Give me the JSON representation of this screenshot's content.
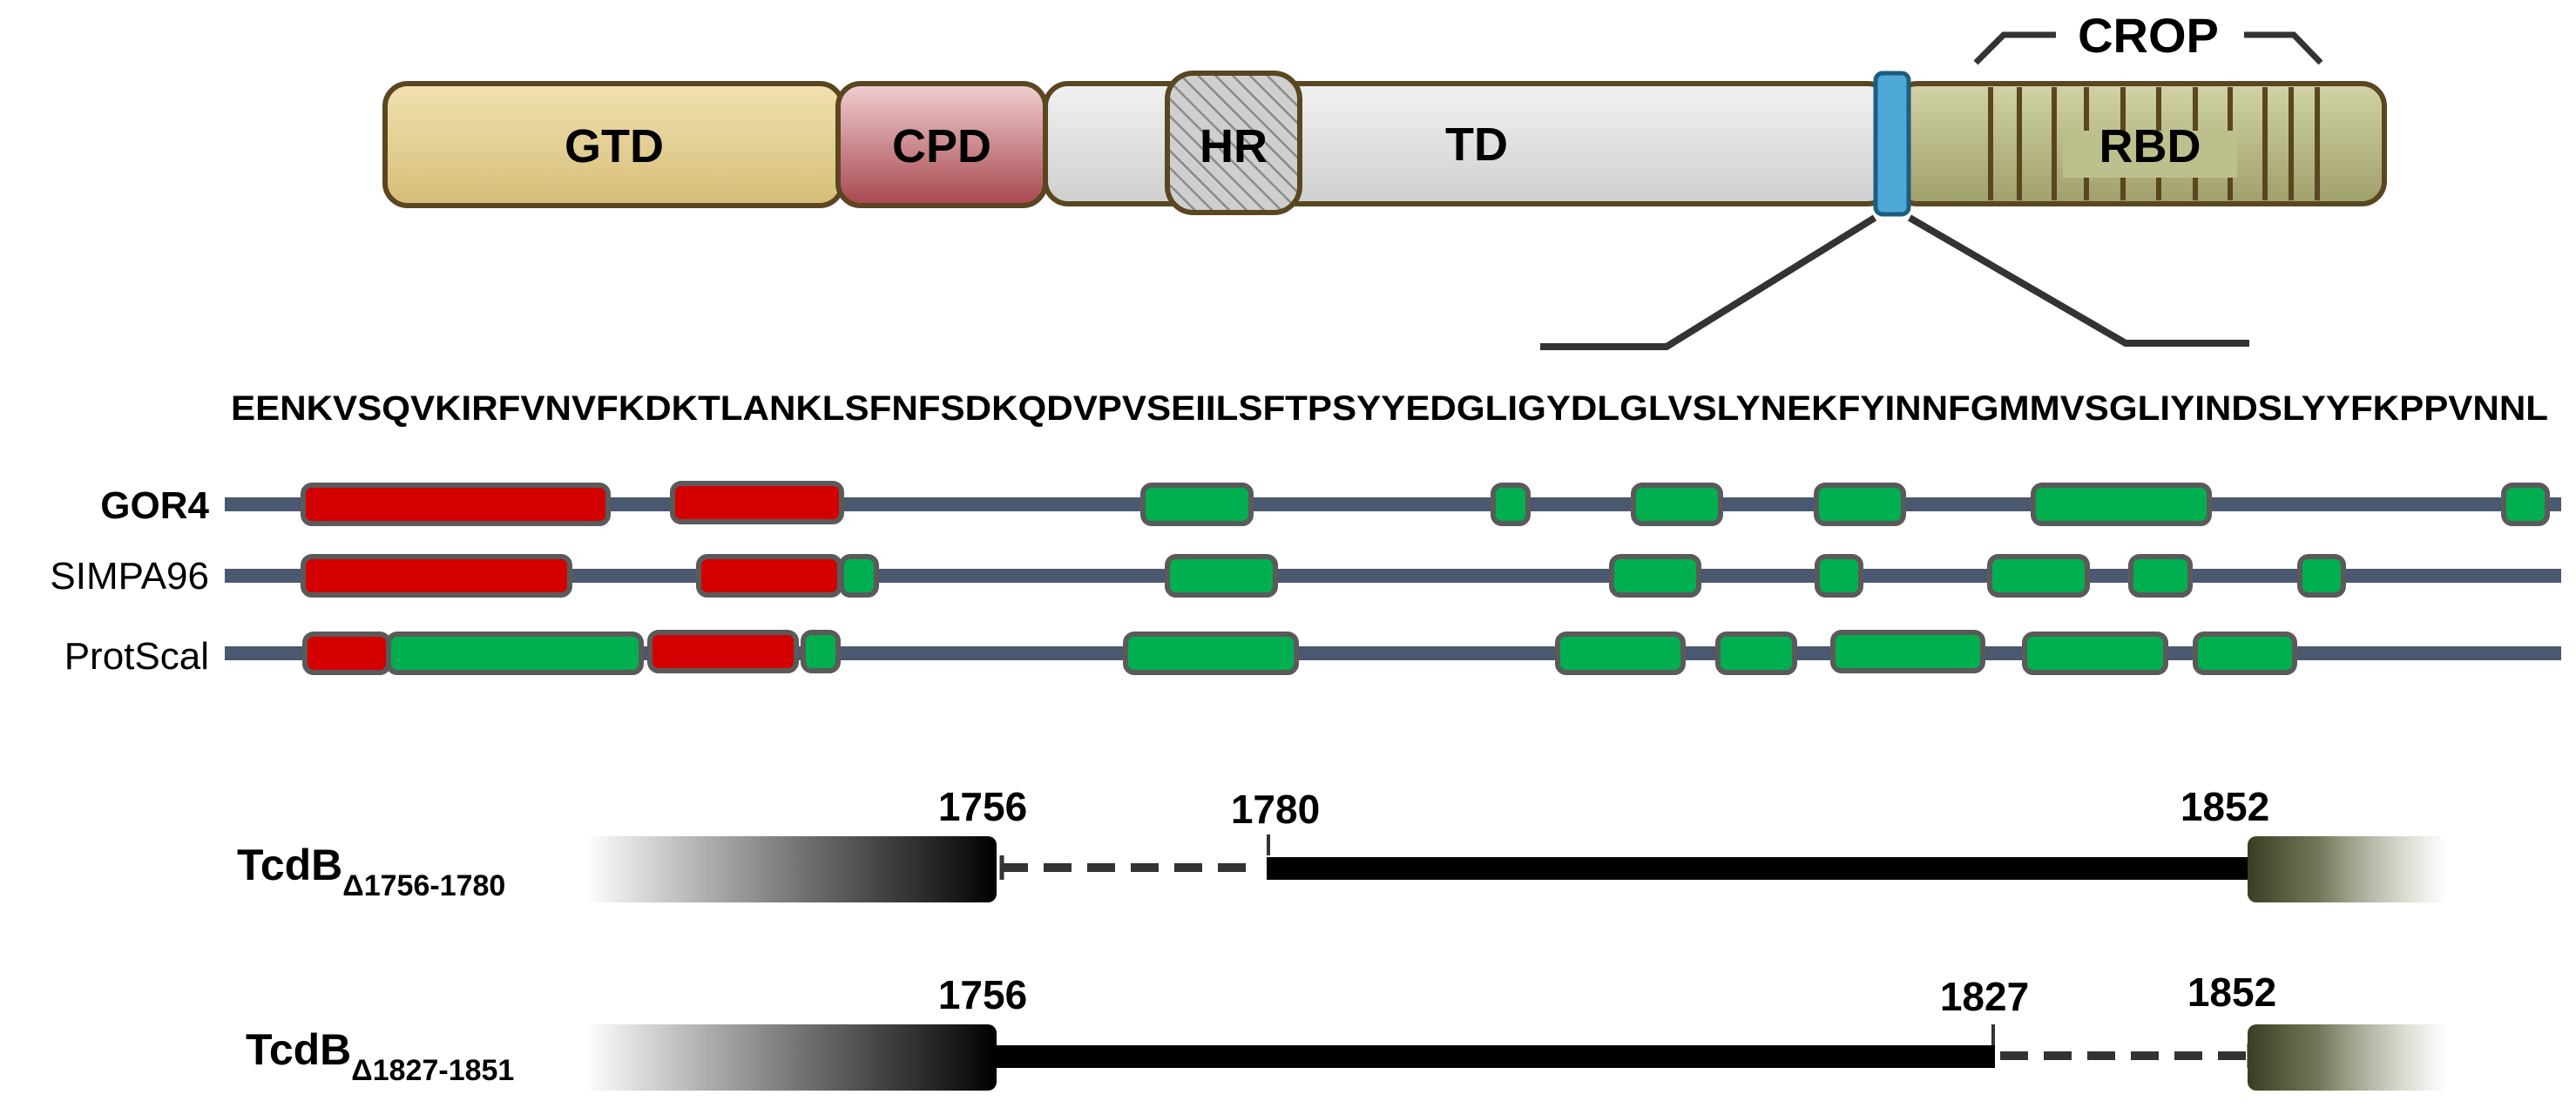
{
  "domains": {
    "gtd": "GTD",
    "cpd": "CPD",
    "hr": "HR",
    "td": "TD",
    "rbd": "RBD",
    "crop": "CROP"
  },
  "sequence": "EENKVSQVKIRFVNVFKDKTLANKLSFNFSDKQDVPVSEIILSFTPSYYEDGLIGYDLGLVSLYNEKFYINNFGMMVSGLIYINDSLYYFKPPVNNL",
  "predictions": {
    "gor4": "GOR4",
    "simpa96": "SIMPA96",
    "protscal": "ProtScal"
  },
  "constructs": [
    {
      "name": "TcdB",
      "subscript": "Δ1756-1780",
      "labels": {
        "a": "1756",
        "b": "1780",
        "c": "1852"
      }
    },
    {
      "name": "TcdB",
      "subscript": "Δ1827-1851",
      "labels": {
        "a": "1756",
        "b": "1827",
        "c": "1852"
      }
    }
  ],
  "colors": {
    "gtd": "#e2cd8f",
    "cpd": "#b5646a",
    "hr": "#d4d4d4",
    "td": "#dedede",
    "rbd": "#b1b27a",
    "rbd_stripes": "#5a4620",
    "linker": "#4ea8d8",
    "domain_border": "#5a4620",
    "helix": "#d40000",
    "strand": "#00b050",
    "segment_border": "#5a5a5a",
    "track_line": "#4a5870",
    "text": "#000000"
  }
}
